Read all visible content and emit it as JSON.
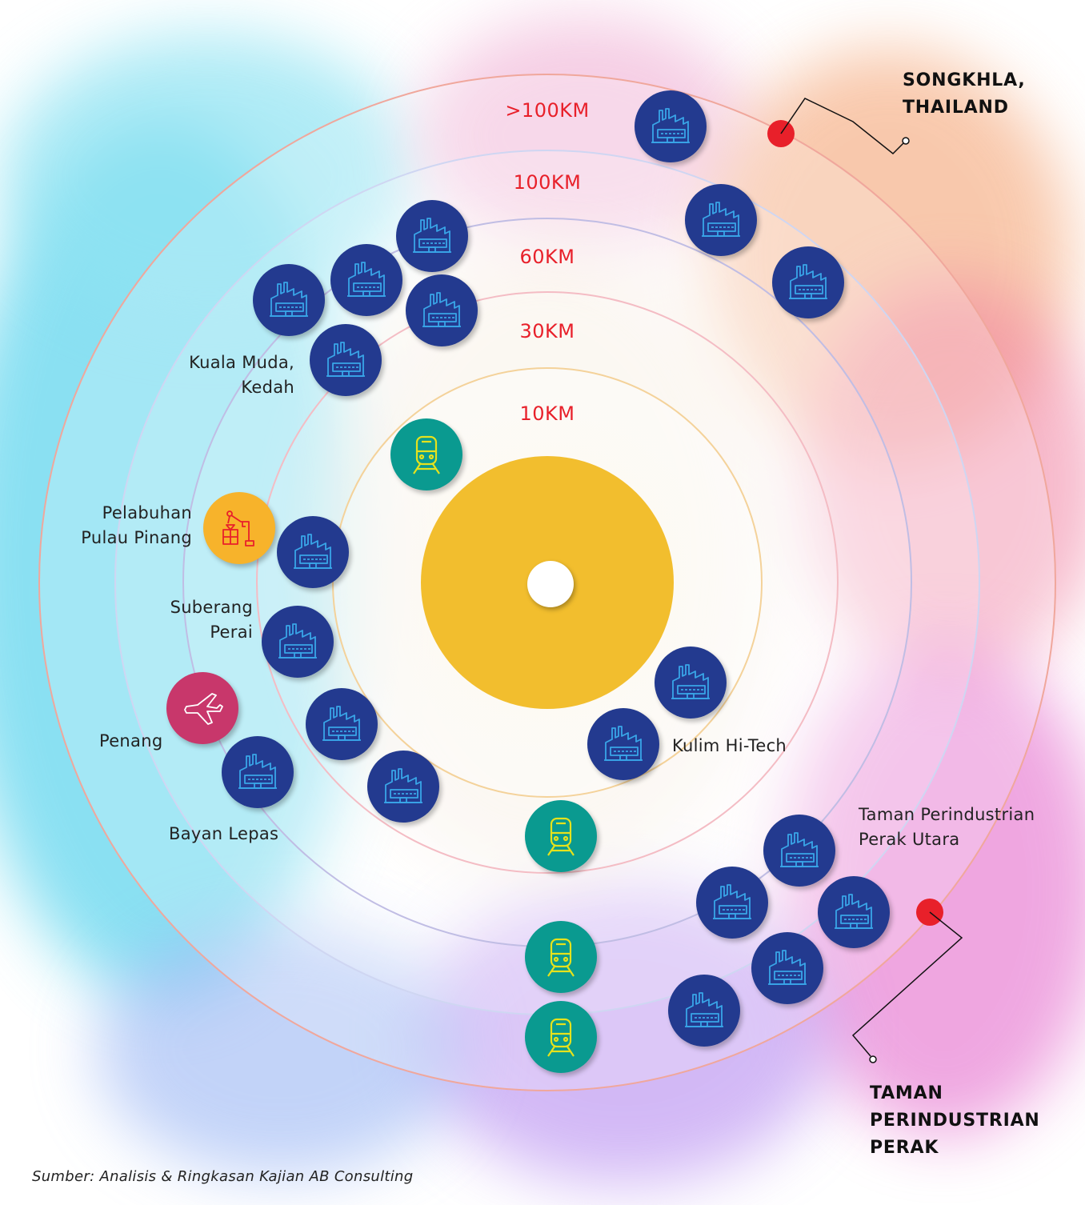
{
  "rings": [
    {
      "label": ">100KM"
    },
    {
      "label": "100KM"
    },
    {
      "label": "60KM"
    },
    {
      "label": "30KM"
    },
    {
      "label": "10KM"
    }
  ],
  "places": {
    "kuala_muda": "Kuala Muda,\nKedah",
    "pelabuhan": "Pelabuhan\nPulau Pinang",
    "suberang": "Suberang\nPerai",
    "penang": "Penang",
    "bayan_lepas": "Bayan Lepas",
    "kulim": "Kulim Hi-Tech",
    "perak_utara": "Taman Perindustrian\nPerak Utara"
  },
  "callouts": {
    "songkhla": "SONGKHLA,\nTHAILAND",
    "perak": "TAMAN\nPERINDUSTRIAN\nPERAK"
  },
  "source": "Sumber: Analisis & Ringkasan Kajian AB Consulting",
  "colors": {
    "factory": "#233a8f",
    "train": "#0a9a90",
    "port": "#f7b32b",
    "airport": "#c8376b",
    "center": "#f2be2e",
    "ring_label": "#e8202a",
    "marker": "#e8202a"
  },
  "icons": {
    "factory": "factory-icon",
    "train": "train-icon",
    "port": "port-crane-icon",
    "airport": "airplane-icon"
  }
}
